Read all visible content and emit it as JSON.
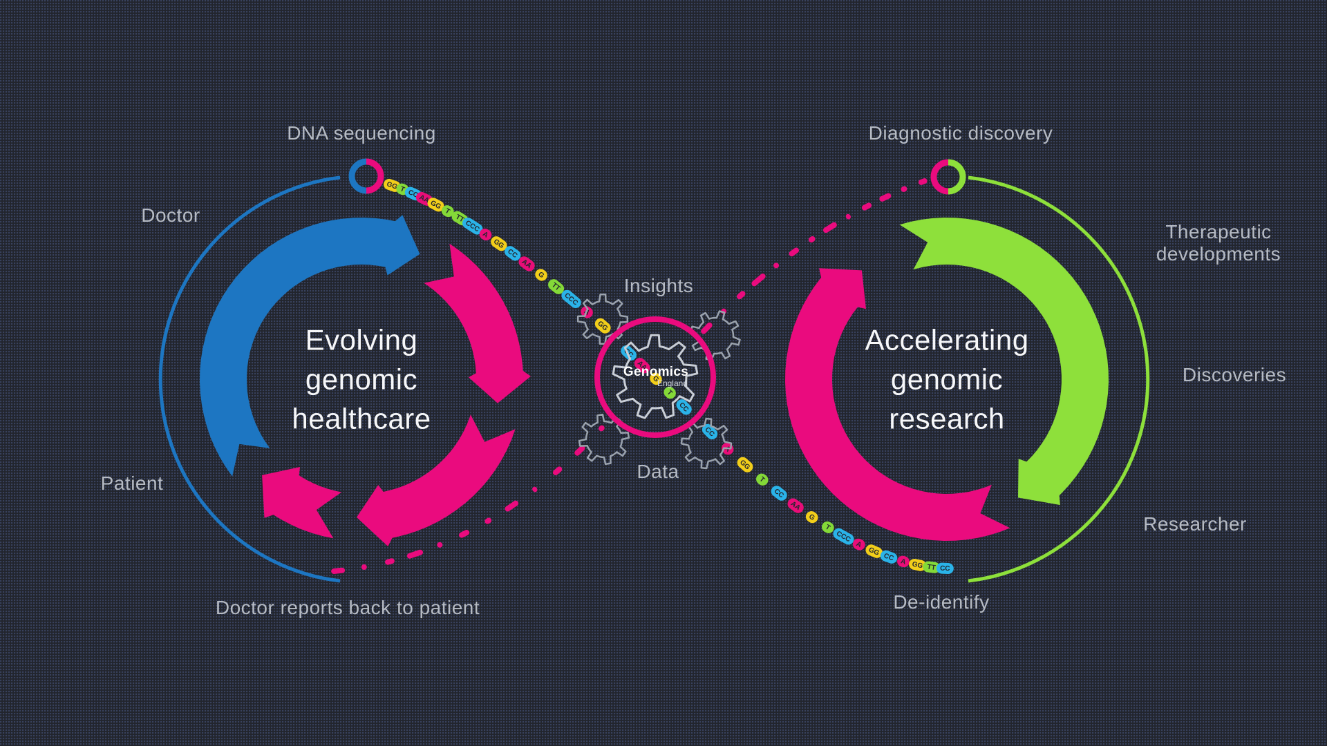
{
  "title": "Genomics England healthcare and research loop diagram",
  "colors": {
    "blue": "#1d76c2",
    "pink": "#ea0b7e",
    "green": "#8ee03b",
    "gear_stroke": "#c9ced6",
    "sub_gear_stroke": "#9aa2ad",
    "label_grey": "#b6bbc4",
    "title_white": "#f6f7f9",
    "bead_text": "#23262e",
    "background": "#22252d",
    "background_dot": "#5c70af"
  },
  "left_loop": {
    "title_lines": [
      "Evolving",
      "genomic",
      "healthcare"
    ],
    "labels": {
      "top": "DNA sequencing",
      "upper_left": "Doctor",
      "lower_left": "Patient",
      "bottom": "Doctor reports back to patient"
    }
  },
  "right_loop": {
    "title_lines": [
      "Accelerating",
      "genomic",
      "research"
    ],
    "labels": {
      "top": "Diagnostic discovery",
      "upper_right_lines": [
        "Therapeutic",
        "developments"
      ],
      "right": "Discoveries",
      "lower_right": "Researcher",
      "bottom": "De-identify"
    }
  },
  "center": {
    "logo_line1": "Genomics",
    "logo_line2": "England",
    "label_top": "Insights",
    "label_bottom": "Data"
  },
  "dna_strands": {
    "base_colors": {
      "G": "#f2ce1a",
      "T": "#84d938",
      "C": "#2ab3e8",
      "A": "#e90d78"
    },
    "left_sequence": [
      "GG",
      "T",
      "CC",
      "AA",
      "GG",
      "T",
      "TT",
      "CCC",
      "A",
      "GG",
      "CC",
      "AA",
      "G",
      "TT",
      "CCC",
      "A",
      "GG"
    ],
    "gear_sequence": [
      "CC",
      "AA",
      "G",
      "T",
      "CC"
    ],
    "right_sequence": [
      "CC",
      "A",
      "GG",
      "T",
      "CC",
      "AA",
      "G",
      "T",
      "CCC",
      "A",
      "GG",
      "CC",
      "A",
      "GG",
      "TT",
      "CC"
    ]
  }
}
